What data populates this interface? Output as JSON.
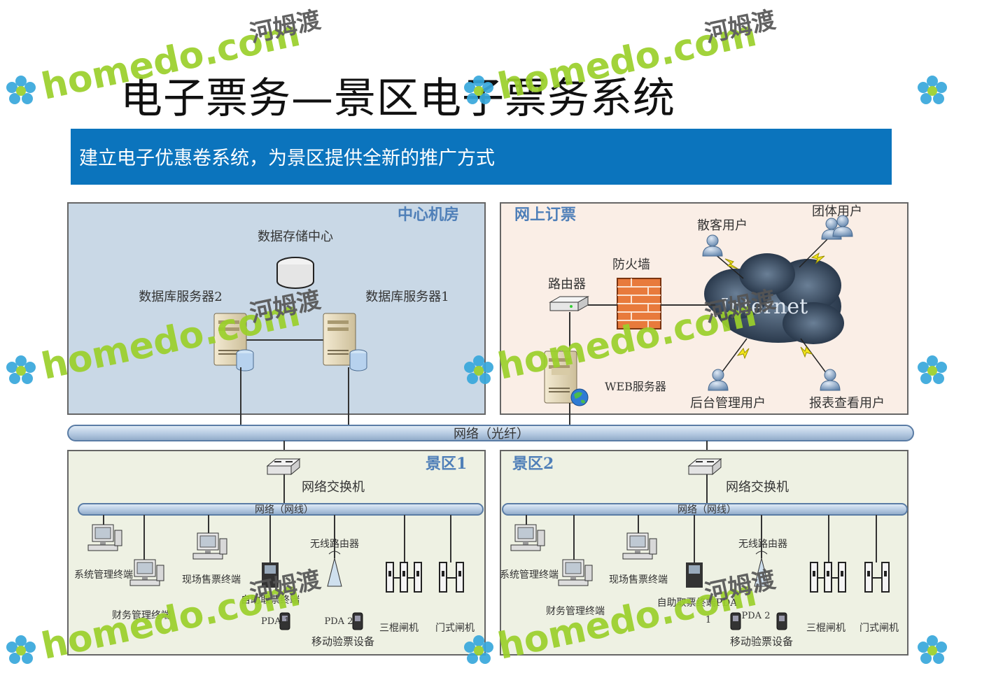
{
  "page": {
    "title": "电子票务—景区电子票务系统",
    "banner": "建立电子优惠卷系统，为景区提供全新的推广方式"
  },
  "diagram": {
    "center_room": {
      "zone_label": "中心机房",
      "storage": "数据存储中心",
      "db_server_2": "数据库服务器2",
      "db_server_1": "数据库服务器1"
    },
    "online_booking": {
      "zone_label": "网上订票",
      "router": "路由器",
      "firewall": "防火墙",
      "internet": "Internet",
      "individual_users": "散客用户",
      "group_users": "团体用户",
      "web_server": "WEB服务器",
      "backend_users": "后台管理用户",
      "report_users": "报表查看用户"
    },
    "backbone": "网络（光纤）",
    "scenic_1": {
      "zone_label": "景区1",
      "switch": "网络交换机",
      "lan": "网络（网线）",
      "wireless_router": "无线路由器",
      "sys_mgmt": "系统管理终端",
      "onsite_sales": "现场售票终端",
      "finance": "财务管理终端",
      "self_service": "自助取票终端",
      "pda1": "PDA 1",
      "pda2": "PDA 2",
      "mobile_check": "移动验票设备",
      "tripod_gate": "三棍闸机",
      "door_gate": "门式闸机"
    },
    "scenic_2": {
      "zone_label": "景区2",
      "switch": "网络交换机",
      "lan": "网络（网线）",
      "wireless_router": "无线路由器",
      "sys_mgmt": "系统管理终端",
      "onsite_sales": "现场售票终端",
      "finance": "财务管理终端",
      "self_service": "自助取票终端PDA",
      "pda1": "1",
      "pda2": "PDA 2",
      "mobile_check": "移动验票设备",
      "tripod_gate": "三棍闸机",
      "door_gate": "门式闸机"
    }
  },
  "watermark": {
    "brand": "homedo.com",
    "cn": "河姆渡"
  },
  "colors": {
    "banner": "#0b74bd",
    "center_bg": "#c9d8e6",
    "online_bg": "#faeee6",
    "scenic_bg": "#eef1e3",
    "pipe": "#b9cde4",
    "zone_text": "#4f7fb8",
    "wm_green": "#9bd02b",
    "wm_blue": "#38a8dc"
  }
}
